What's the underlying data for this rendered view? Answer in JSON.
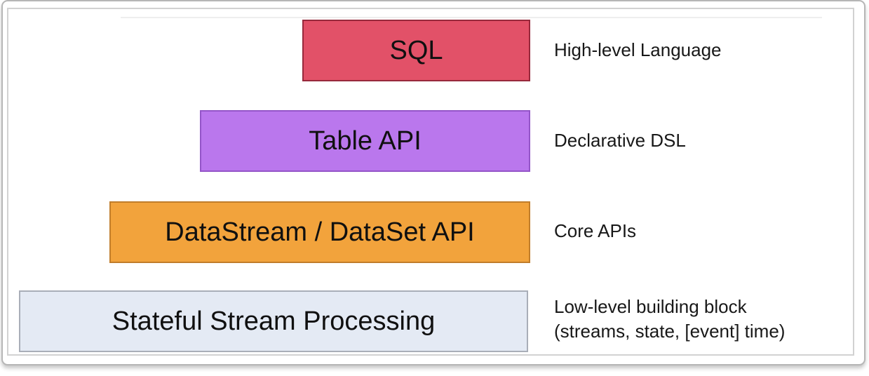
{
  "diagram": {
    "type": "layered-stack",
    "description": "API abstraction layers stacked from high-level (top, narrow) to low-level (bottom, wide)",
    "layers": [
      {
        "label": "SQL",
        "annotation": "High-level Language",
        "fill": "#e25168",
        "border": "#97293c"
      },
      {
        "label": "Table API",
        "annotation": "Declarative DSL",
        "fill": "#ba77ed",
        "border": "#9455c8"
      },
      {
        "label": "DataStream / DataSet API",
        "annotation": "Core APIs",
        "fill": "#f2a33c",
        "border": "#c17d2b"
      },
      {
        "label": "Stateful Stream Processing",
        "annotation": "Low-level building block\n(streams, state, [event] time)",
        "fill": "#e4eaf4",
        "border": "#a9aeb8"
      }
    ],
    "frame": {
      "outer_border_color": "#b6b6b6",
      "inner_border_color": "#d2d2d2",
      "background_color": "#ffffff"
    }
  }
}
